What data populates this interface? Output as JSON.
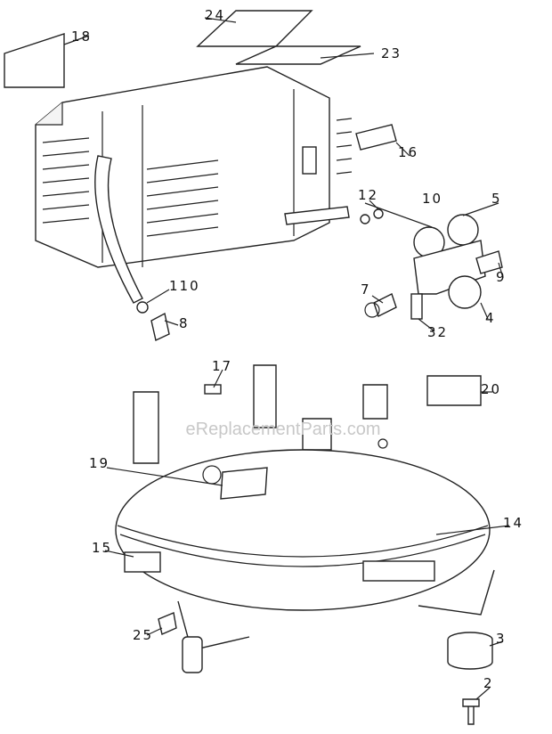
{
  "watermark": "eReplacementParts.com",
  "callouts": [
    {
      "id": "24",
      "label": "24"
    },
    {
      "id": "23",
      "label": "23"
    },
    {
      "id": "18",
      "label": "18"
    },
    {
      "id": "16",
      "label": "16"
    },
    {
      "id": "12",
      "label": "12"
    },
    {
      "id": "10",
      "label": "10"
    },
    {
      "id": "5",
      "label": "5"
    },
    {
      "id": "9",
      "label": "9"
    },
    {
      "id": "110",
      "label": "110"
    },
    {
      "id": "8",
      "label": "8"
    },
    {
      "id": "7",
      "label": "7"
    },
    {
      "id": "32",
      "label": "32"
    },
    {
      "id": "4",
      "label": "4"
    },
    {
      "id": "17",
      "label": "17"
    },
    {
      "id": "20",
      "label": "20"
    },
    {
      "id": "19",
      "label": "19"
    },
    {
      "id": "14",
      "label": "14"
    },
    {
      "id": "15",
      "label": "15"
    },
    {
      "id": "25",
      "label": "25"
    },
    {
      "id": "3",
      "label": "3"
    },
    {
      "id": "2",
      "label": "2"
    }
  ]
}
